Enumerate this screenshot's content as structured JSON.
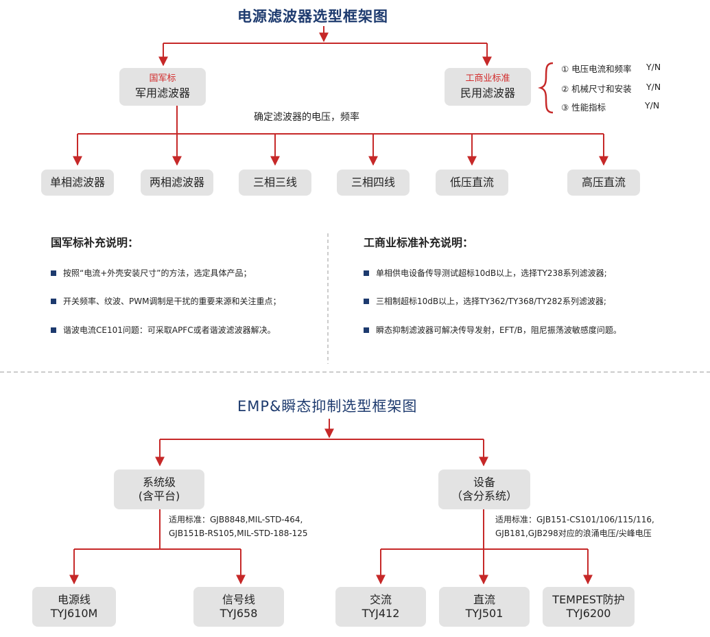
{
  "section1": {
    "title": "电源滤波器选型框架图",
    "military": {
      "tag": "国军标",
      "label": "军用滤波器"
    },
    "civil": {
      "tag": "工商业标准",
      "label": "民用滤波器"
    },
    "criteria": [
      {
        "text": "① 电压电流和频率",
        "yn": "Y/N"
      },
      {
        "text": "② 机械尺寸和安装",
        "yn": "Y/N"
      },
      {
        "text": "③ 性能指标",
        "yn": "Y/N"
      }
    ],
    "decision_note": "确定滤波器的电压，频率",
    "types": [
      "单相滤波器",
      "两相滤波器",
      "三相三线",
      "三相四线",
      "低压直流",
      "高压直流"
    ]
  },
  "notes": {
    "military": {
      "heading": "国军标补充说明：",
      "items": [
        "按照“电流+外壳安装尺寸”的方法，选定具体产品；",
        "开关频率、纹波、PWM调制是干扰的重要来源和关注重点；",
        "谐波电流CE101问题：可采取APFC或者谐波滤波器解决。"
      ]
    },
    "civil": {
      "heading": "工商业标准补充说明：",
      "items": [
        "单相供电设备传导测试超标10dB以上，选择TY238系列滤波器;",
        "三相制超标10dB以上，选择TY362/TY368/TY282系列滤波器;",
        "瞬态抑制滤波器可解决传导发射，EFT/B，阻尼振荡波敏感度问题。"
      ]
    }
  },
  "section2": {
    "title": "EMP&瞬态抑制选型框架图",
    "system": {
      "line1": "系统级",
      "line2": "(含平台)"
    },
    "device": {
      "line1": "设备",
      "line2": "（含分系统）"
    },
    "system_std": [
      "适用标准：GJB8848,MIL-STD-464,",
      "GJB151B-RS105,MIL-STD-188-125"
    ],
    "device_std": [
      "适用标准：GJB151-CS101/106/115/116,",
      "GJB181,GJB298对应的浪涌电压/尖峰电压"
    ],
    "products": [
      {
        "name": "电源线",
        "model": "TYJ610M"
      },
      {
        "name": "信号线",
        "model": "TYJ658"
      },
      {
        "name": "交流",
        "model": "TYJ412"
      },
      {
        "name": "直流",
        "model": "TYJ501"
      },
      {
        "name": "TEMPEST防护",
        "model": "TYJ6200"
      }
    ]
  },
  "colors": {
    "arrow": "#c62828",
    "title": "#1d3a6e",
    "box": "#e3e3e3",
    "red_text": "#d22b2b"
  }
}
